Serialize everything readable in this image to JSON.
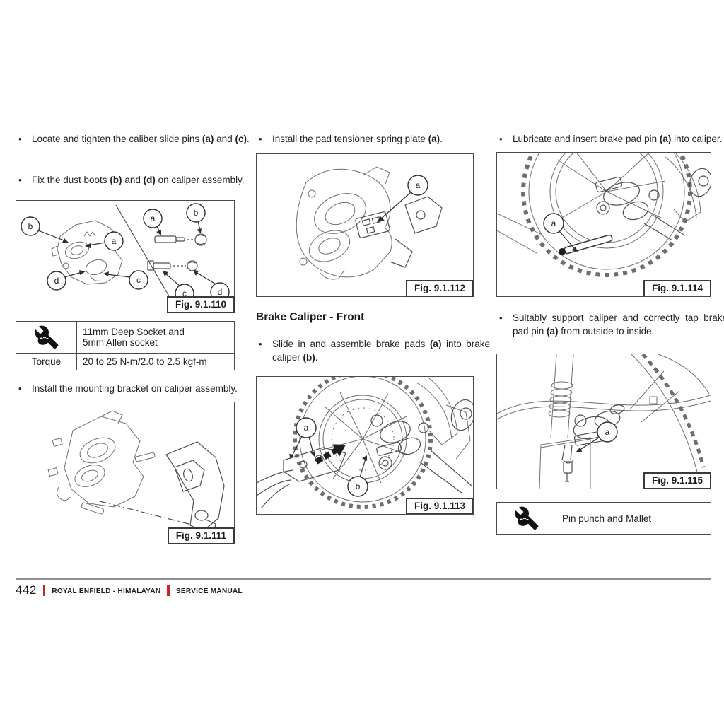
{
  "accent_red": "#c9242b",
  "left_column": {
    "bullet_1": "Locate and tighten the caliber slide pins **(a)** and **(c)**.",
    "bullet_2": "Fix the dust boots **(b)** and **(d)** on caliper assembly.",
    "figure_110": {
      "caption": "Fig. 9.1.110",
      "callouts": [
        "b",
        "a",
        "d",
        "c",
        "a",
        "b",
        "c",
        "d"
      ]
    },
    "tool_table": {
      "icon": "wrench-hand-icon",
      "tool_line_1": "11mm Deep Socket and",
      "tool_line_2": "5mm Allen socket",
      "torque_label": "Torque",
      "torque_value": "20 to 25 N-m/2.0 to 2.5 kgf-m"
    },
    "bullet_3": "Install the mounting bracket on caliper assembly.",
    "figure_111": {
      "caption": "Fig. 9.1.111",
      "callouts": []
    }
  },
  "middle_column": {
    "bullet_1": "Install the pad tensioner spring plate **(a)**.",
    "figure_112": {
      "caption": "Fig. 9.1.112",
      "callouts": [
        "a"
      ]
    },
    "heading": "Brake Caliper - Front",
    "bullet_2": "Slide in and assemble brake pads **(a)** into brake caliper **(b)**.",
    "figure_113": {
      "caption": "Fig. 9.1.113",
      "callouts": [
        "a",
        "b"
      ]
    }
  },
  "right_column": {
    "bullet_1": "Lubricate and insert brake pad pin **(a)** into caliper.",
    "figure_114": {
      "caption": "Fig. 9.1.114",
      "callouts": [
        "a"
      ]
    },
    "bullet_2": "Suitably support caliper and correctly tap brake pad pin **(a)** from outside to inside.",
    "figure_115": {
      "caption": "Fig. 9.1.115",
      "callouts": [
        "a"
      ]
    },
    "tool_box": {
      "icon": "wrench-hand-icon",
      "text": "Pin punch and Mallet"
    }
  },
  "footer": {
    "page_number": "442",
    "brand": "ROYAL ENFIELD - HIMALAYAN",
    "manual": "SERVICE MANUAL"
  }
}
